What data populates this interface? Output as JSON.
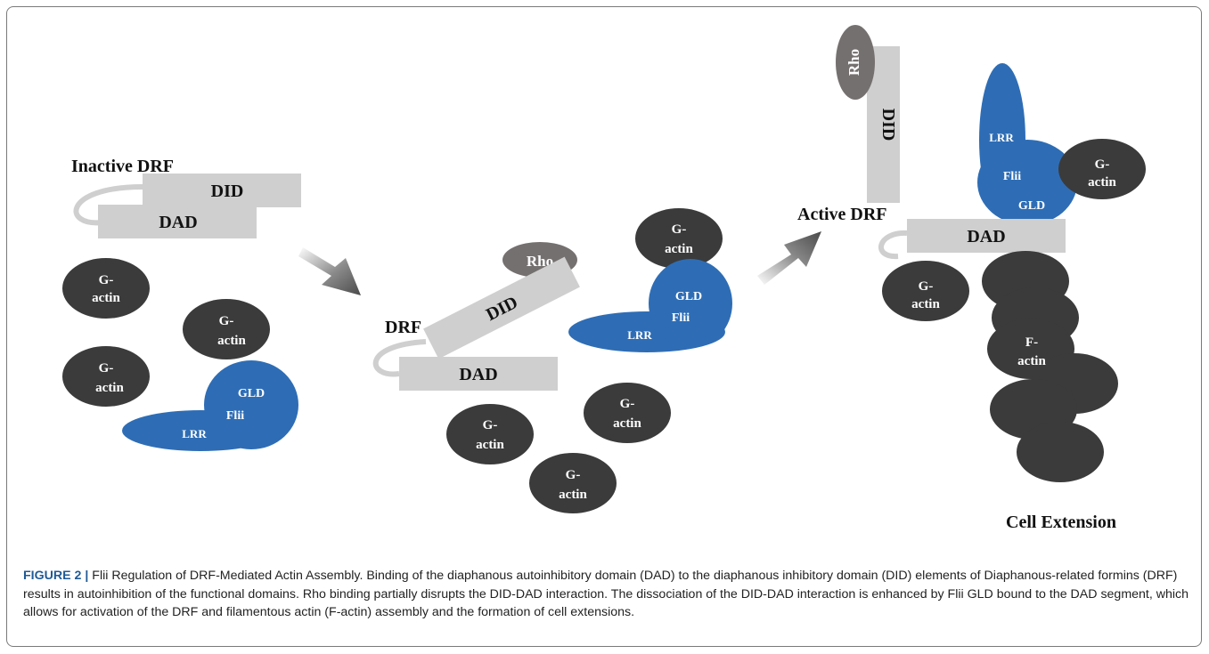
{
  "labels": {
    "inactive_drf": "Inactive DRF",
    "drf": "DRF",
    "active_drf": "Active DRF",
    "did": "DID",
    "dad": "DAD",
    "rho": "Rho",
    "g": "G-",
    "actin": "actin",
    "gld": "GLD",
    "flii": "Flii",
    "lrr": "LRR",
    "f": "F-",
    "cell_extension": "Cell Extension"
  },
  "caption": {
    "figure_label": "FIGURE 2 |",
    "text": "Flii Regulation of DRF-Mediated Actin Assembly. Binding of the diaphanous autoinhibitory domain (DAD) to the diaphanous inhibitory domain (DID) elements of Diaphanous-related formins (DRF) results in autoinhibition of the functional domains. Rho binding partially disrupts the DID-DAD interaction. The dissociation of the DID-DAD interaction is enhanced by Flii GLD bound to the DAD segment, which allows for activation of the DRF and filamentous actin (F-actin) assembly and the formation of cell extensions."
  },
  "colors": {
    "domain_gray": "#cfcfcf",
    "actin_dark": "#3b3b3b",
    "flii_blue": "#2e6db5",
    "rho_gray": "#757070",
    "caption_accent": "#1f5a96"
  }
}
